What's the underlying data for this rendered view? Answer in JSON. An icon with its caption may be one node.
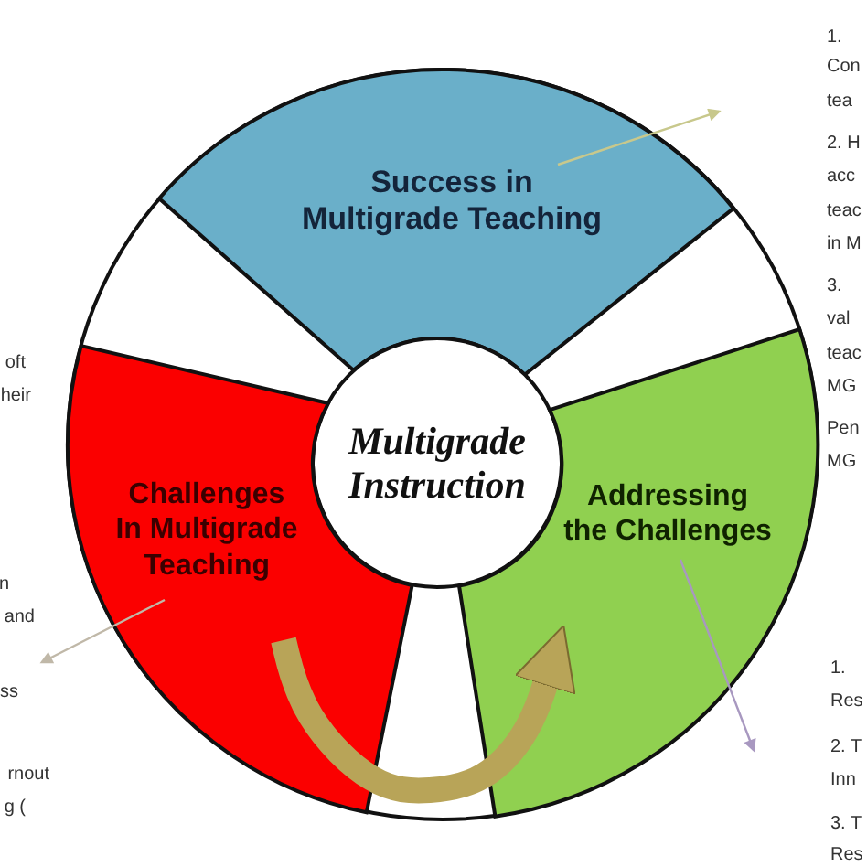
{
  "diagram": {
    "nodes": [
      {
        "text": [
          "Success in Multigrade Teaching"
        ]
      },
      {
        "text": [
          "Multigrade Instruction"
        ]
      },
      {
        "text": [
          "Challenges In Multigrade Teaching"
        ]
      },
      {
        "text": [
          "Addressing the Challenges"
        ]
      }
    ],
    "edges": [
      {
        "from": 0,
        "to": null,
        "arrow": "to",
        "color": "#c8c88c"
      },
      {
        "from": 2,
        "to": null,
        "arrow": "to",
        "color": "#c0b8a8"
      },
      {
        "from": 3,
        "to": null,
        "arrow": "to",
        "color": "#a898c0"
      },
      {
        "from": 2,
        "to": 3,
        "arrow": "to",
        "style": "thick",
        "color": "#b8a458"
      }
    ],
    "labels": [
      "1.",
      "Con",
      "tea",
      "2. H",
      "acc",
      "teac",
      "in M",
      "3.",
      "val",
      "teac",
      "MG",
      "Pen",
      "MG",
      "oft",
      "heir",
      "n",
      "and",
      "ss",
      "rnout",
      "g (",
      "1.",
      "Res",
      "2. T",
      "Inn",
      "3. T",
      "Res"
    ]
  }
}
